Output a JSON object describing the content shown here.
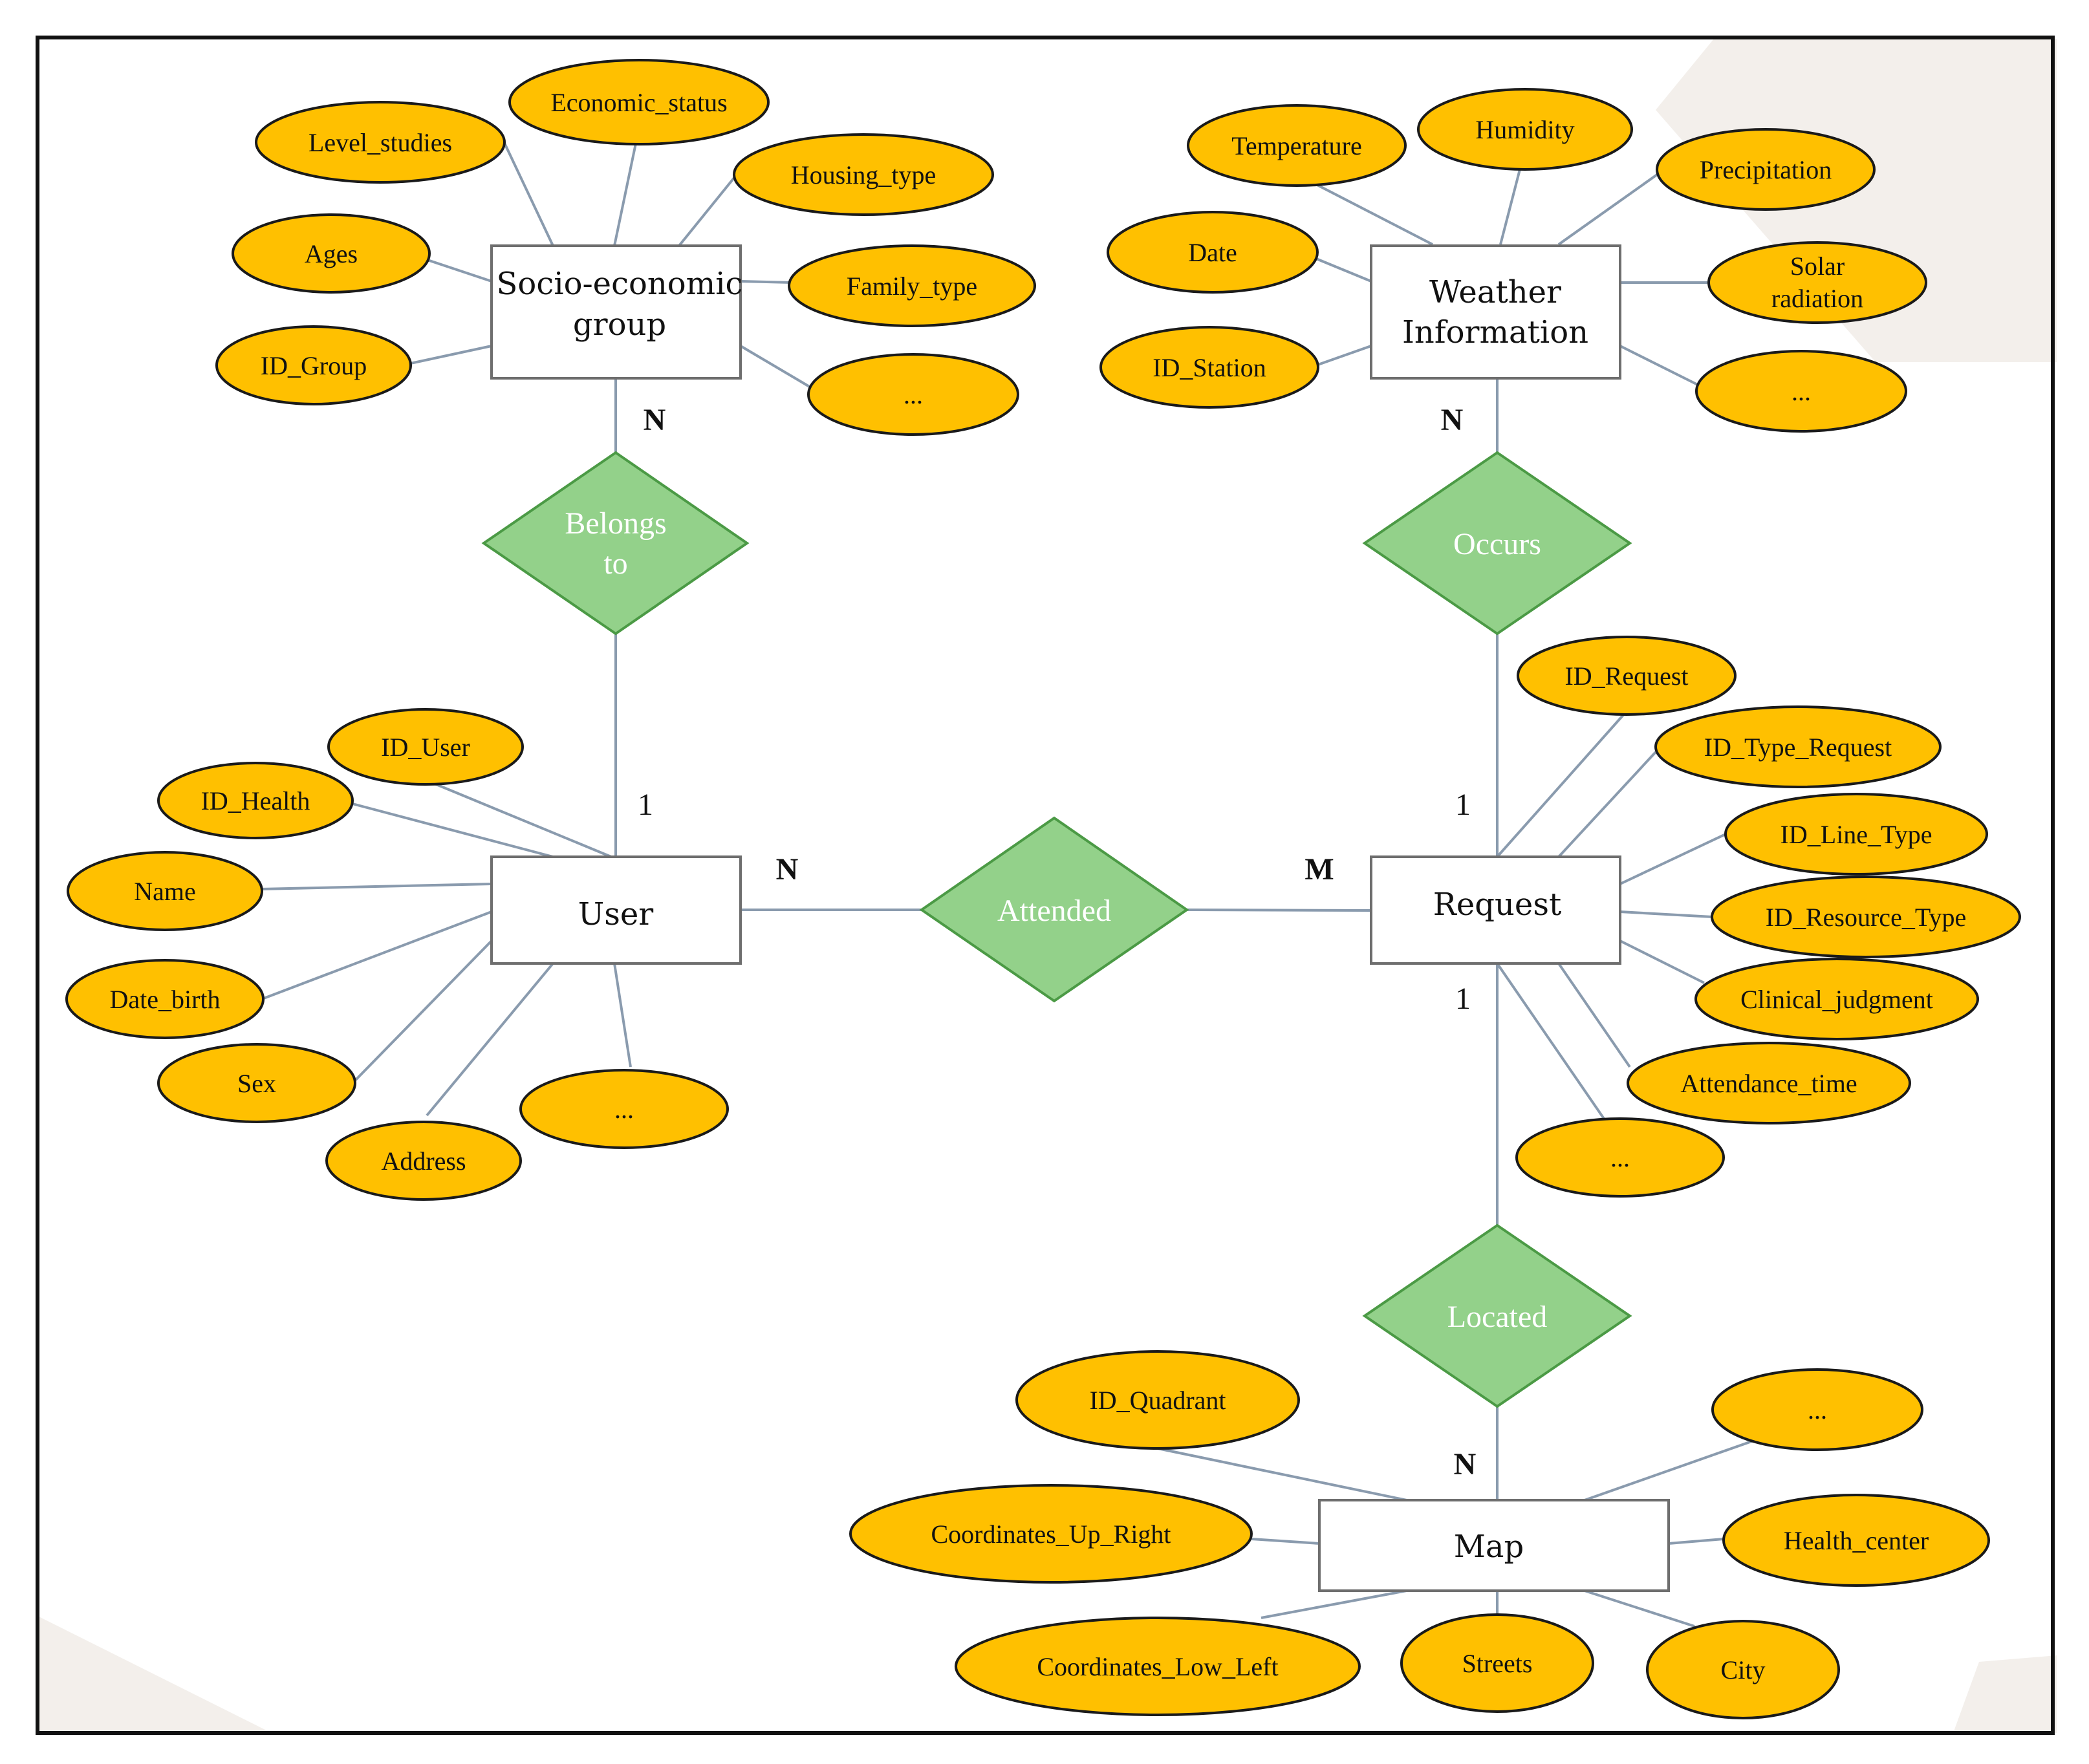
{
  "colors": {
    "attribute_fill": "#FFC000",
    "attribute_stroke": "#1A1A1A",
    "relationship_fill": "#93D18A",
    "relationship_stroke": "#4B9A45",
    "entity_fill": "#FFFFFF",
    "entity_stroke": "#6E6E6E",
    "connector": "#8A9BAE",
    "frame": "#111111",
    "background_accent": "#F3EFEB"
  },
  "entities": {
    "socio_economic_group": {
      "line1": "Socio-economic",
      "line2": "group"
    },
    "weather_information": {
      "line1": "Weather",
      "line2": "Information"
    },
    "user": {
      "label": "User"
    },
    "request": {
      "label": "Request"
    },
    "map": {
      "label": "Map"
    }
  },
  "relationships": {
    "belongs_to": {
      "line1": "Belongs",
      "line2": "to"
    },
    "occurs": {
      "label": "Occurs"
    },
    "attended": {
      "label": "Attended"
    },
    "located": {
      "label": "Located"
    }
  },
  "cardinalities": {
    "group_belongs": "N",
    "user_belongs": "1",
    "weather_occurs": "N",
    "request_occurs": "1",
    "user_attended": "N",
    "request_attended": "M",
    "request_located": "1",
    "map_located": "N"
  },
  "attributes": {
    "socio_economic_group": {
      "economic_status": "Economic_status",
      "level_studies": "Level_studies",
      "housing_type": "Housing_type",
      "ages": "Ages",
      "family_type": "Family_type",
      "id_group": "ID_Group",
      "more": "..."
    },
    "weather_information": {
      "humidity": "Humidity",
      "temperature": "Temperature",
      "precipitation": "Precipitation",
      "date": "Date",
      "solar_radiation_line1": "Solar",
      "solar_radiation_line2": "radiation",
      "id_station": "ID_Station",
      "more": "..."
    },
    "user": {
      "id_user": "ID_User",
      "id_health": "ID_Health",
      "name": "Name",
      "date_birth": "Date_birth",
      "sex": "Sex",
      "address": "Address",
      "more": "..."
    },
    "request": {
      "id_request": "ID_Request",
      "id_type_request": "ID_Type_Request",
      "id_line_type": "ID_Line_Type",
      "id_resource_type": "ID_Resource_Type",
      "clinical_judgment": "Clinical_judgment",
      "attendance_time": "Attendance_time",
      "more": "..."
    },
    "map": {
      "id_quadrant": "ID_Quadrant",
      "more": "...",
      "coordinates_up_right": "Coordinates_Up_Right",
      "health_center": "Health_center",
      "coordinates_low_left": "Coordinates_Low_Left",
      "streets": "Streets",
      "city": "City"
    }
  }
}
